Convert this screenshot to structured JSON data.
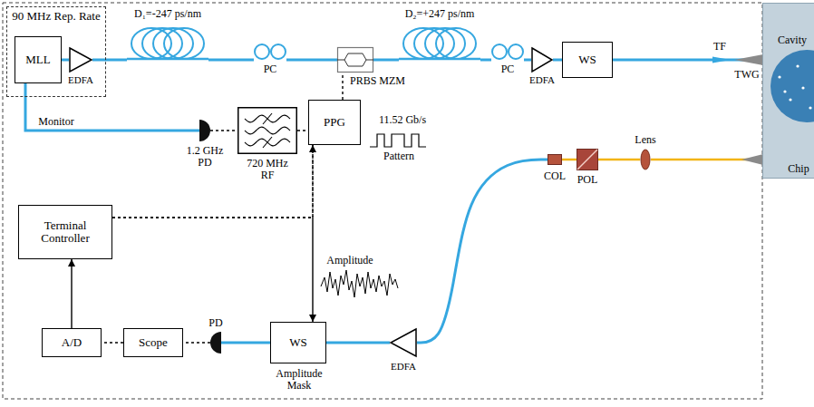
{
  "diagram": {
    "nodes": [
      {
        "text": [
          "90 MHz Rep. Rate"
        ]
      },
      {
        "text": [
          "MLL"
        ],
        "in": 0
      },
      {
        "text": [
          "EDFA"
        ],
        "in": 0
      },
      {
        "text": [
          "D₁=-247 ps/nm"
        ]
      },
      {
        "text": [
          "PC"
        ]
      },
      {
        "text": [
          "PRBS MZM"
        ]
      },
      {
        "text": [
          "D₂=+247 ps/nm"
        ]
      },
      {
        "text": [
          "PC"
        ]
      },
      {
        "text": [
          "EDFA"
        ]
      },
      {
        "text": [
          "WS"
        ]
      },
      {
        "text": [
          "Chip"
        ]
      },
      {
        "text": [
          "Cavity"
        ],
        "in": 10
      },
      {
        "text": [
          "1.2 GHz PD"
        ]
      },
      {
        "text": [
          "720 MHz RF"
        ]
      },
      {
        "text": [
          "PPG"
        ]
      },
      {
        "text": [
          "Terminal Controller"
        ]
      },
      {
        "text": [
          "Lens"
        ]
      },
      {
        "text": [
          "POL"
        ]
      },
      {
        "text": [
          "COL"
        ]
      },
      {
        "text": [
          "A/D"
        ]
      },
      {
        "text": [
          "Scope"
        ]
      },
      {
        "text": [
          "PD"
        ]
      },
      {
        "text": [
          "WS",
          "Amplitude Mask"
        ]
      },
      {
        "text": [
          "EDFA"
        ]
      }
    ],
    "edges": [
      {
        "from": 1,
        "to": 2,
        "arrow": "none"
      },
      {
        "from": 2,
        "to": 3,
        "arrow": "none"
      },
      {
        "from": 3,
        "to": 4,
        "arrow": "none"
      },
      {
        "from": 4,
        "to": 5,
        "arrow": "none"
      },
      {
        "from": 5,
        "to": 6,
        "arrow": "none"
      },
      {
        "from": 6,
        "to": 7,
        "arrow": "none"
      },
      {
        "from": 7,
        "to": 8,
        "arrow": "none"
      },
      {
        "from": 8,
        "to": 9,
        "arrow": "none"
      },
      {
        "from": 9,
        "to": 10,
        "arrow": "none"
      },
      {
        "from": 1,
        "to": 12,
        "label": "Monitor",
        "arrow": "none"
      },
      {
        "from": 12,
        "to": 13,
        "arrow": "none"
      },
      {
        "from": 13,
        "to": 14,
        "arrow": "none"
      },
      {
        "from": 14,
        "to": 5,
        "arrow": "none"
      },
      {
        "from": 14,
        "to": 22,
        "arrow": "both"
      },
      {
        "from": 15,
        "to": 14,
        "arrow": "none"
      },
      {
        "from": 15,
        "to": 22,
        "arrow": "none"
      },
      {
        "from": 10,
        "to": 16,
        "arrow": "none"
      },
      {
        "from": 16,
        "to": 17,
        "arrow": "none"
      },
      {
        "from": 17,
        "to": 18,
        "arrow": "none"
      },
      {
        "from": 18,
        "to": 23,
        "arrow": "none"
      },
      {
        "from": 23,
        "to": 22,
        "arrow": "none"
      },
      {
        "from": 22,
        "to": 21,
        "arrow": "none"
      },
      {
        "from": 21,
        "to": 20,
        "arrow": "none"
      },
      {
        "from": 20,
        "to": 19,
        "arrow": "none"
      },
      {
        "from": 19,
        "to": 15,
        "arrow": "to"
      }
    ],
    "labels": [
      "11.52 Gb/s",
      "Pattern",
      "Amplitude",
      "TF",
      "TWG"
    ]
  }
}
